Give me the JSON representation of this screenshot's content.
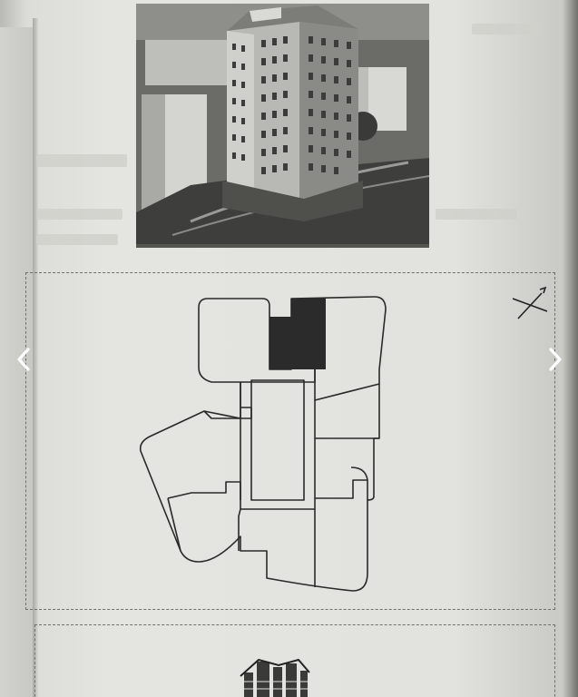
{
  "viewer": {
    "nav": {
      "prev_icon": "chevron-left-icon",
      "next_icon": "chevron-right-icon"
    },
    "images": {
      "render_photo": "tower-rendering",
      "floor_plan": "floor-plan-drawing",
      "bottom_thumbnail": "tower-elevation-thumbnail"
    },
    "colors": {
      "page": "#e2e2de",
      "plan_line": "#2a2a2a",
      "core_fill": "#2b2b2b",
      "arrow": "#ffffff"
    }
  }
}
